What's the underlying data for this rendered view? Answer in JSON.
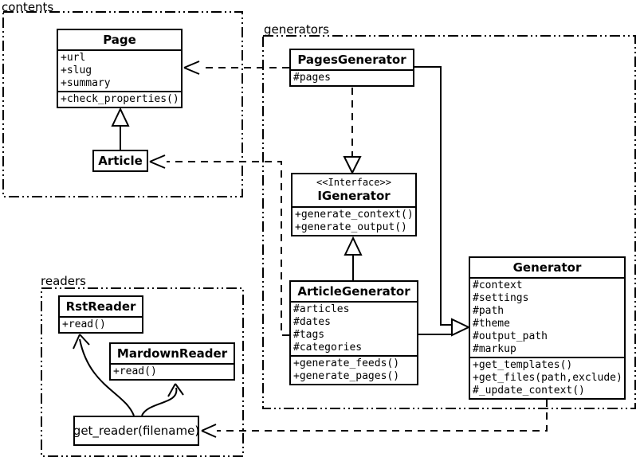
{
  "packages": {
    "contents": {
      "label": "contents"
    },
    "generators": {
      "label": "generators"
    },
    "readers": {
      "label": "readers"
    }
  },
  "classes": {
    "page": {
      "title": "Page",
      "attributes": [
        "+url",
        "+slug",
        "+summary"
      ],
      "methods": [
        "+check_properties()"
      ]
    },
    "article": {
      "title": "Article"
    },
    "pages_generator": {
      "title": "PagesGenerator",
      "attributes": [
        "#pages"
      ]
    },
    "igenerator": {
      "stereotype": "<<Interface>>",
      "title": "IGenerator",
      "methods": [
        "+generate_context()",
        "+generate_output()"
      ]
    },
    "article_generator": {
      "title": "ArticleGenerator",
      "attributes": [
        "#articles",
        "#dates",
        "#tags",
        "#categories"
      ],
      "methods": [
        "+generate_feeds()",
        "+generate_pages()"
      ]
    },
    "generator": {
      "title": "Generator",
      "attributes": [
        "#context",
        "#settings",
        "#path",
        "#theme",
        "#output_path",
        "#markup"
      ],
      "methods": [
        "+get_templates()",
        "+get_files(path,exclude)",
        "#_update_context()"
      ]
    },
    "rst_reader": {
      "title": "RstReader",
      "methods": [
        "+read()"
      ]
    },
    "mardown_reader": {
      "title": "MardownReader",
      "methods": [
        "+read()"
      ]
    }
  },
  "function_box": {
    "label": "get_reader(filename)"
  },
  "relationships": [
    {
      "from": "Article",
      "to": "Page",
      "type": "inheritance"
    },
    {
      "from": "PagesGenerator",
      "to": "Page",
      "type": "dependency"
    },
    {
      "from": "ArticleGenerator",
      "to": "Article",
      "type": "dependency"
    },
    {
      "from": "PagesGenerator",
      "to": "IGenerator",
      "type": "realization"
    },
    {
      "from": "ArticleGenerator",
      "to": "IGenerator",
      "type": "inheritance"
    },
    {
      "from": "PagesGenerator",
      "to": "Generator",
      "type": "inheritance"
    },
    {
      "from": "ArticleGenerator",
      "to": "Generator",
      "type": "inheritance"
    },
    {
      "from": "Generator",
      "to": "get_reader(filename)",
      "type": "dependency"
    },
    {
      "from": "get_reader(filename)",
      "to": "RstReader",
      "type": "call-arrow"
    },
    {
      "from": "get_reader(filename)",
      "to": "MardownReader",
      "type": "call-arrow"
    }
  ],
  "colors": {
    "line": "#000000",
    "background": "#ffffff",
    "box_fill": "#ffffff"
  }
}
